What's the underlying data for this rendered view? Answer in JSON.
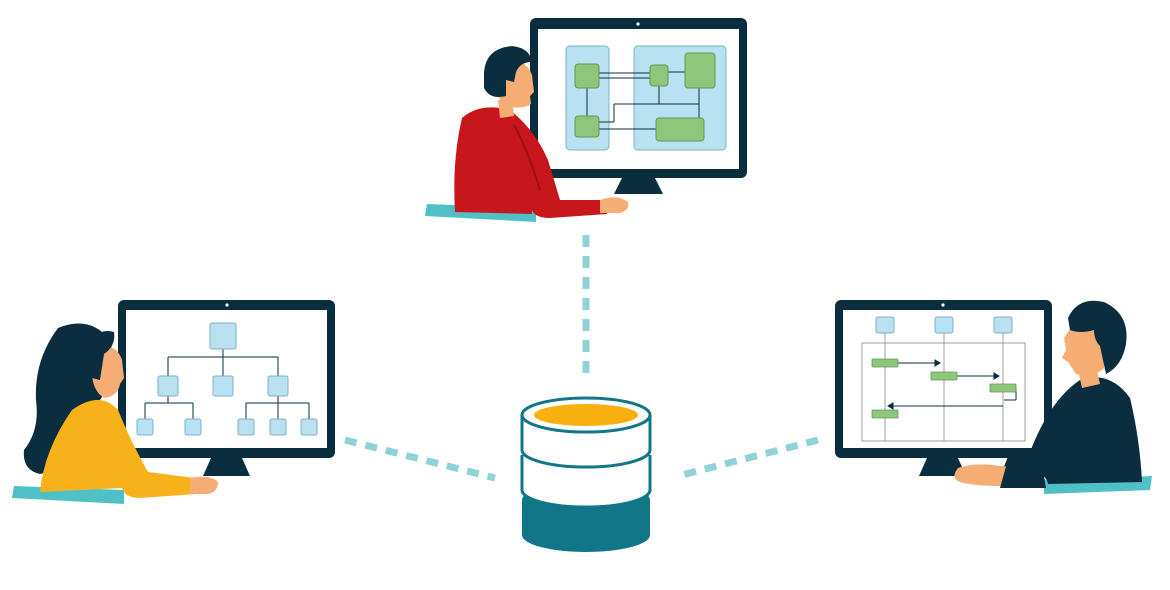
{
  "colors": {
    "monitor": "#0a2d40",
    "screen": "#ffffff",
    "node_blue": "#b9e1f2",
    "node_green": "#8ec67c",
    "connector": "#8fd3d6",
    "desk": "#4fc0c6",
    "db_top": "#f7b00e",
    "db_bottom": "#117688",
    "shirt_red": "#c8161d",
    "shirt_yellow": "#f7b21b",
    "shirt_navy": "#0a2d40",
    "skin": "#f5ad74",
    "hair": "#0a2d40"
  },
  "icons": {
    "center": "database-icon",
    "top": "workstation-flowchart",
    "left": "workstation-tree-diagram",
    "right": "workstation-sequence-diagram"
  }
}
